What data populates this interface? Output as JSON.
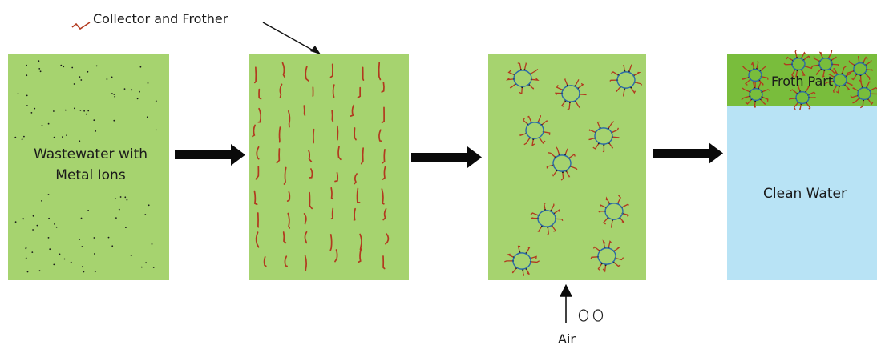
{
  "labels": {
    "collector": "Collector and Frother",
    "wastewater_line1": "Wastewater with",
    "wastewater_line2": "Metal Ions",
    "froth": "Froth Part",
    "clean": "Clean Water",
    "air": "Air"
  },
  "colors": {
    "tank_green": "#a6d36f",
    "froth_green": "#79bd3c",
    "clean_blue": "#b8e3f5",
    "collector_red": "#b2391e",
    "bubble_edge": "#2c6aa8",
    "arrow": "#0a0a0a"
  },
  "stages": [
    {
      "name": "wastewater",
      "contents": "metal-ion-dots"
    },
    {
      "name": "reagent-added",
      "contents": "collector-strands"
    },
    {
      "name": "aeration",
      "contents": "bubbles-with-collectors"
    },
    {
      "name": "separated",
      "contents": [
        "froth-layer",
        "clean-water"
      ]
    }
  ],
  "bubble_icon_count": 2
}
